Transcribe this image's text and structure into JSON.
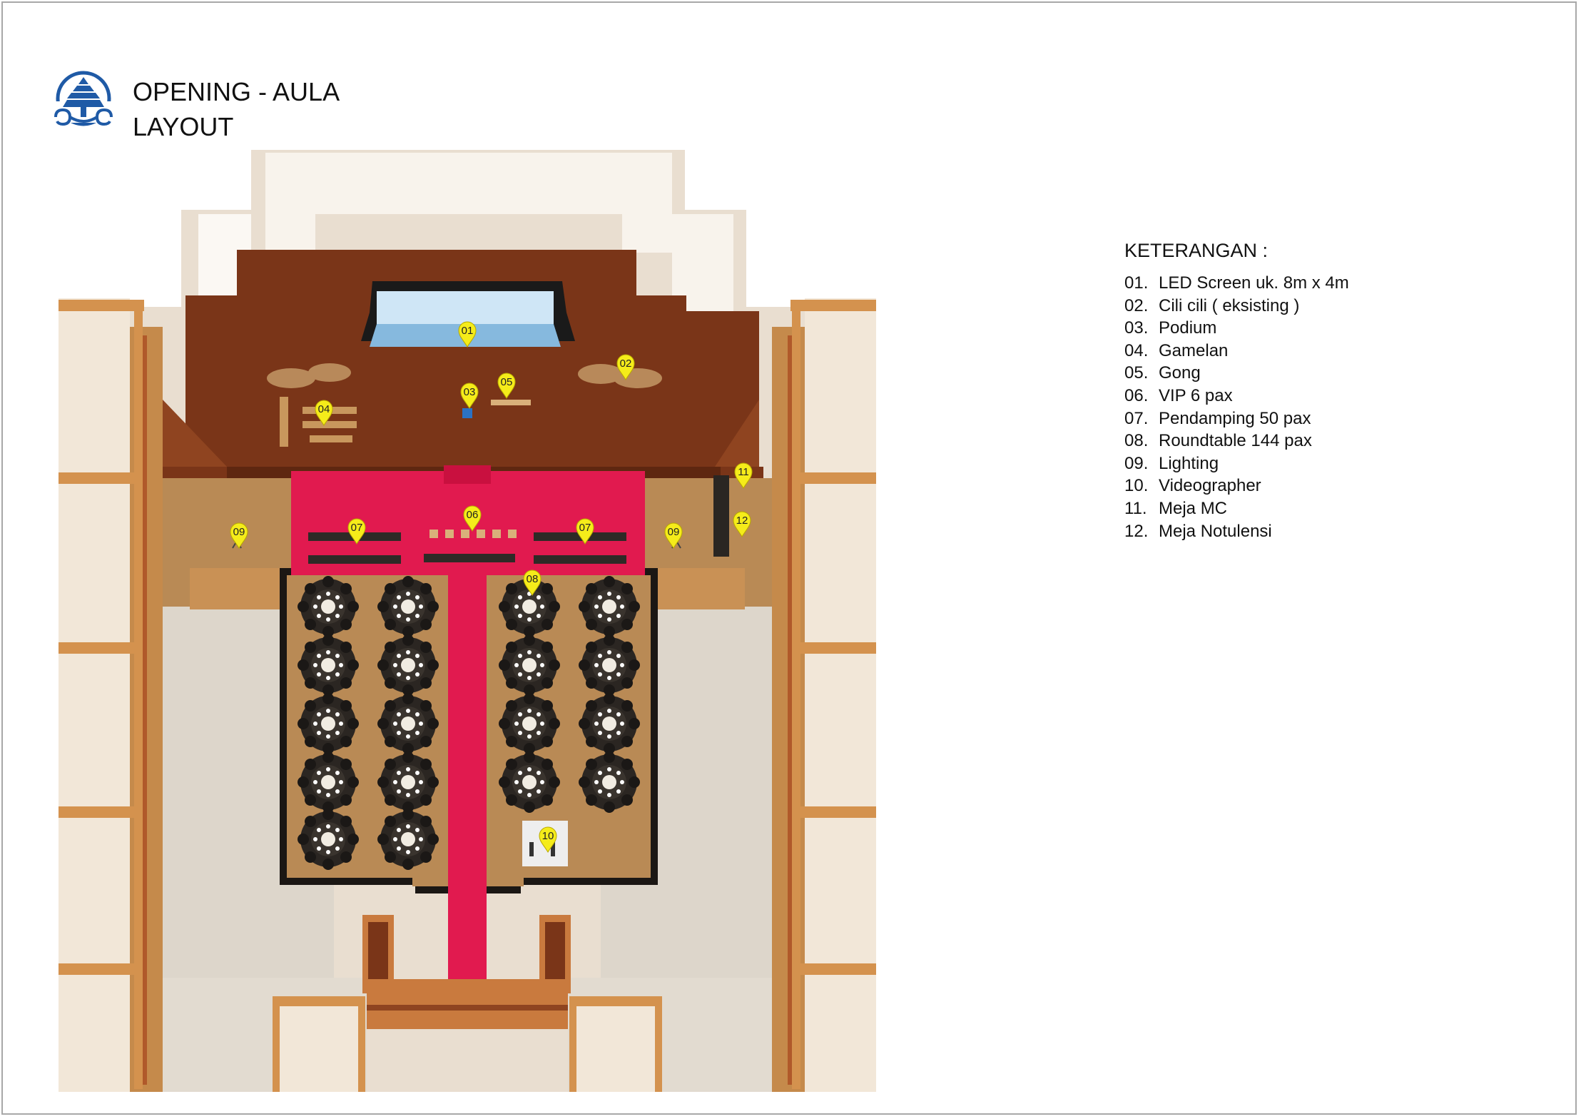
{
  "title": {
    "line1": "OPENING - AULA",
    "line2": "LAYOUT"
  },
  "logo": {
    "icon": "temple-meru-icon",
    "color": "#1f5aa6"
  },
  "legend": {
    "heading": "KETERANGAN :",
    "items": [
      {
        "num": "01.",
        "label": "LED Screen uk. 8m x 4m"
      },
      {
        "num": "02.",
        "label": "Cili cili ( eksisting )"
      },
      {
        "num": "03.",
        "label": "Podium"
      },
      {
        "num": "04.",
        "label": "Gamelan"
      },
      {
        "num": "05.",
        "label": "Gong"
      },
      {
        "num": "06.",
        "label": "VIP 6 pax"
      },
      {
        "num": "07.",
        "label": "Pendamping 50 pax"
      },
      {
        "num": "08.",
        "label": "Roundtable 144 pax"
      },
      {
        "num": "09.",
        "label": "Lighting"
      },
      {
        "num": "10.",
        "label": "Videographer"
      },
      {
        "num": "11.",
        "label": "Meja MC"
      },
      {
        "num": "12.",
        "label": "Meja Notulensi"
      }
    ]
  },
  "markers": {
    "m01": "01",
    "m02": "02",
    "m03": "03",
    "m04": "04",
    "m05": "05",
    "m06": "06",
    "m07a": "07",
    "m07b": "07",
    "m08": "08",
    "m09a": "09",
    "m09b": "09",
    "m10": "10",
    "m11": "11",
    "m12": "12"
  },
  "colors": {
    "marker": "#f5ec1a",
    "carpet": "#e11a4f",
    "stage": "#7a3518",
    "floor": "#b98a55",
    "wall": "#f3ede3",
    "timber": "#d4924e"
  }
}
